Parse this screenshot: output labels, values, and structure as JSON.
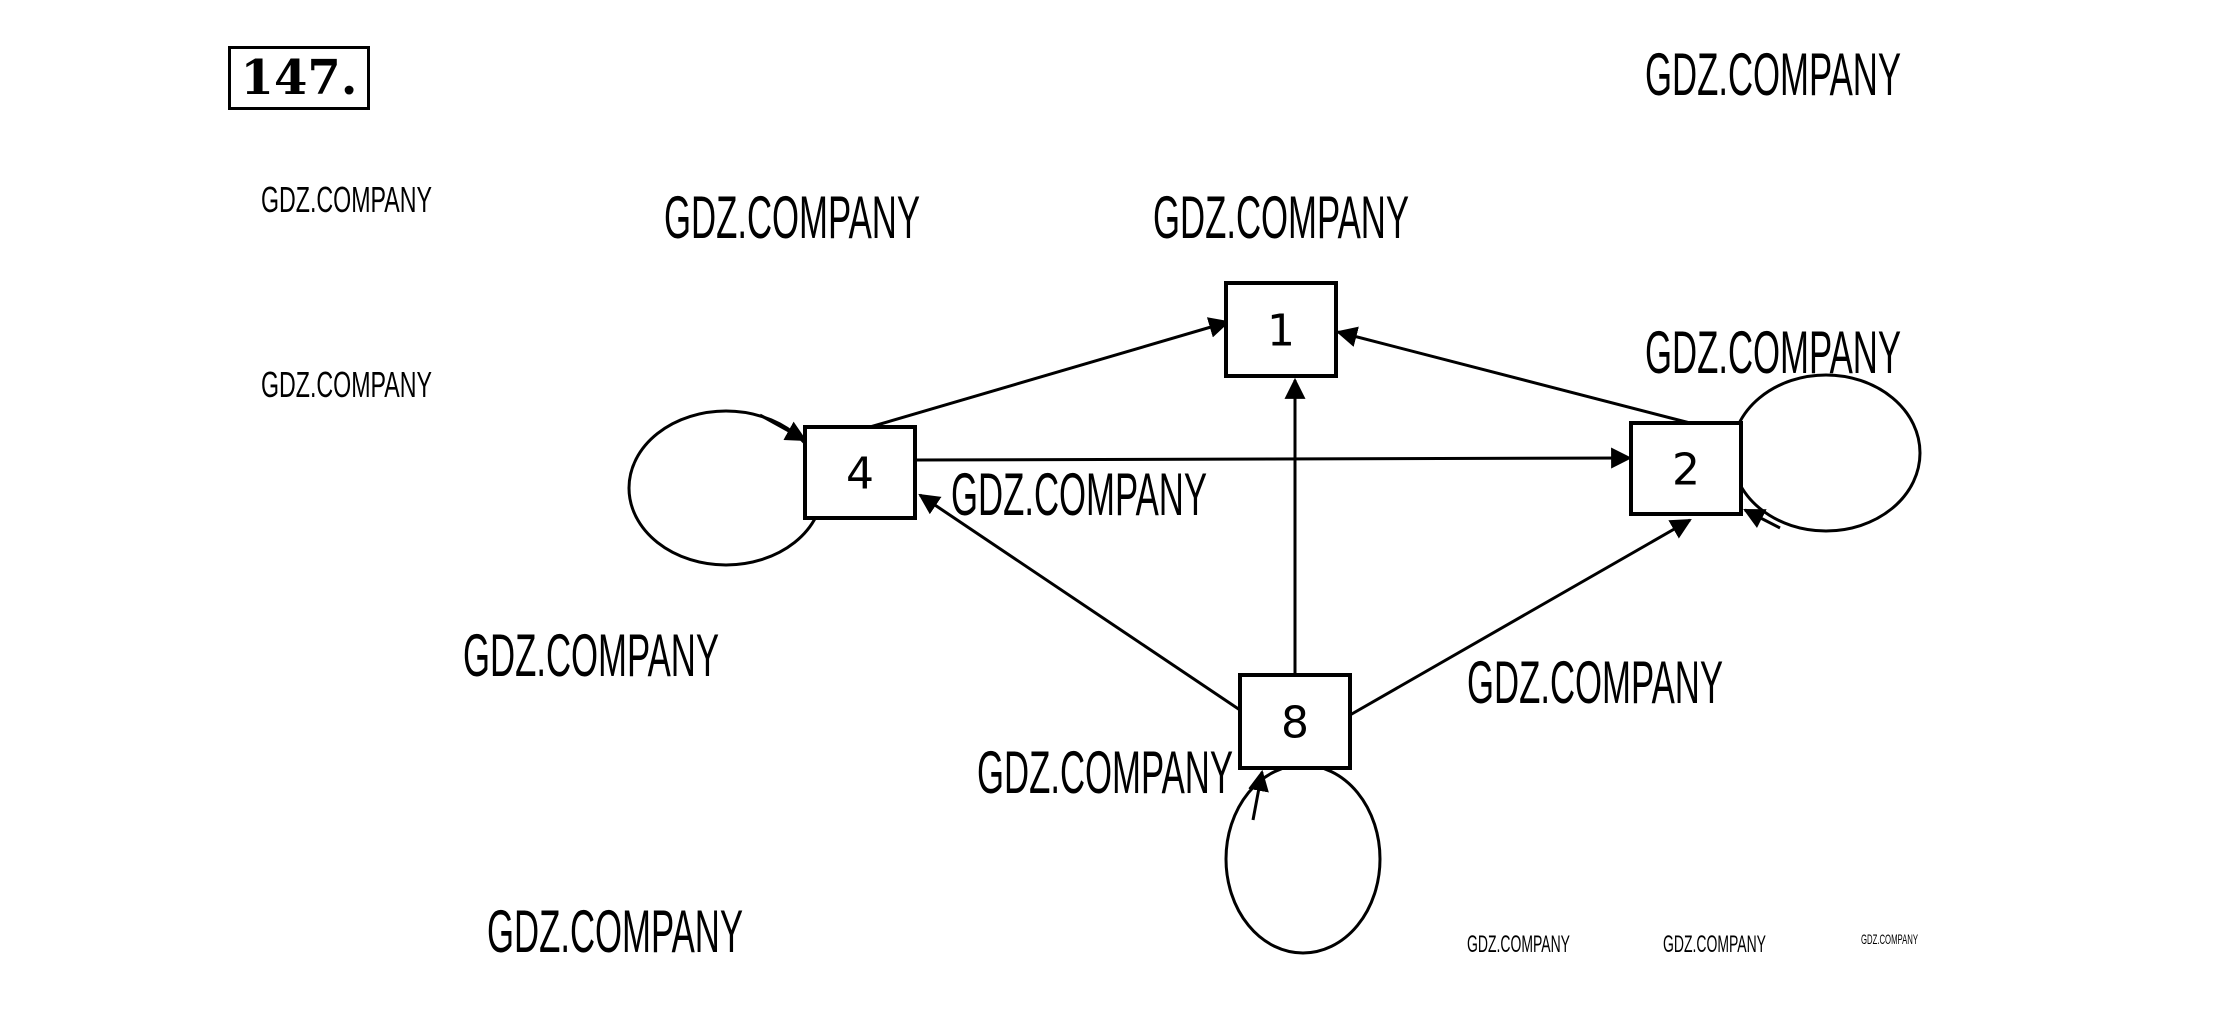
{
  "problem_number": "147.",
  "graph": {
    "nodes": [
      {
        "id": "1",
        "label": "1"
      },
      {
        "id": "2",
        "label": "2"
      },
      {
        "id": "4",
        "label": "4"
      },
      {
        "id": "8",
        "label": "8"
      }
    ],
    "edges": [
      {
        "from": "4",
        "to": "1"
      },
      {
        "from": "2",
        "to": "1"
      },
      {
        "from": "8",
        "to": "1"
      },
      {
        "from": "4",
        "to": "2"
      },
      {
        "from": "8",
        "to": "4"
      },
      {
        "from": "8",
        "to": "2"
      },
      {
        "from": "4",
        "to": "4"
      },
      {
        "from": "2",
        "to": "2"
      },
      {
        "from": "8",
        "to": "8"
      }
    ]
  },
  "watermarks": [
    "GDZ.COMPANY",
    "GDZ.COMPANY",
    "GDZ.COMPANY",
    "GDZ.COMPANY",
    "GDZ.COMPANY",
    "GDZ.COMPANY",
    "GDZ.COMPANY",
    "GDZ.COMPANY",
    "GDZ.COMPANY",
    "GDZ.COMPANY",
    "GDZ.COMPANY",
    "GDZ.COMPANY",
    "GDZ.COMPANY",
    "GDZ.COMPANY"
  ]
}
